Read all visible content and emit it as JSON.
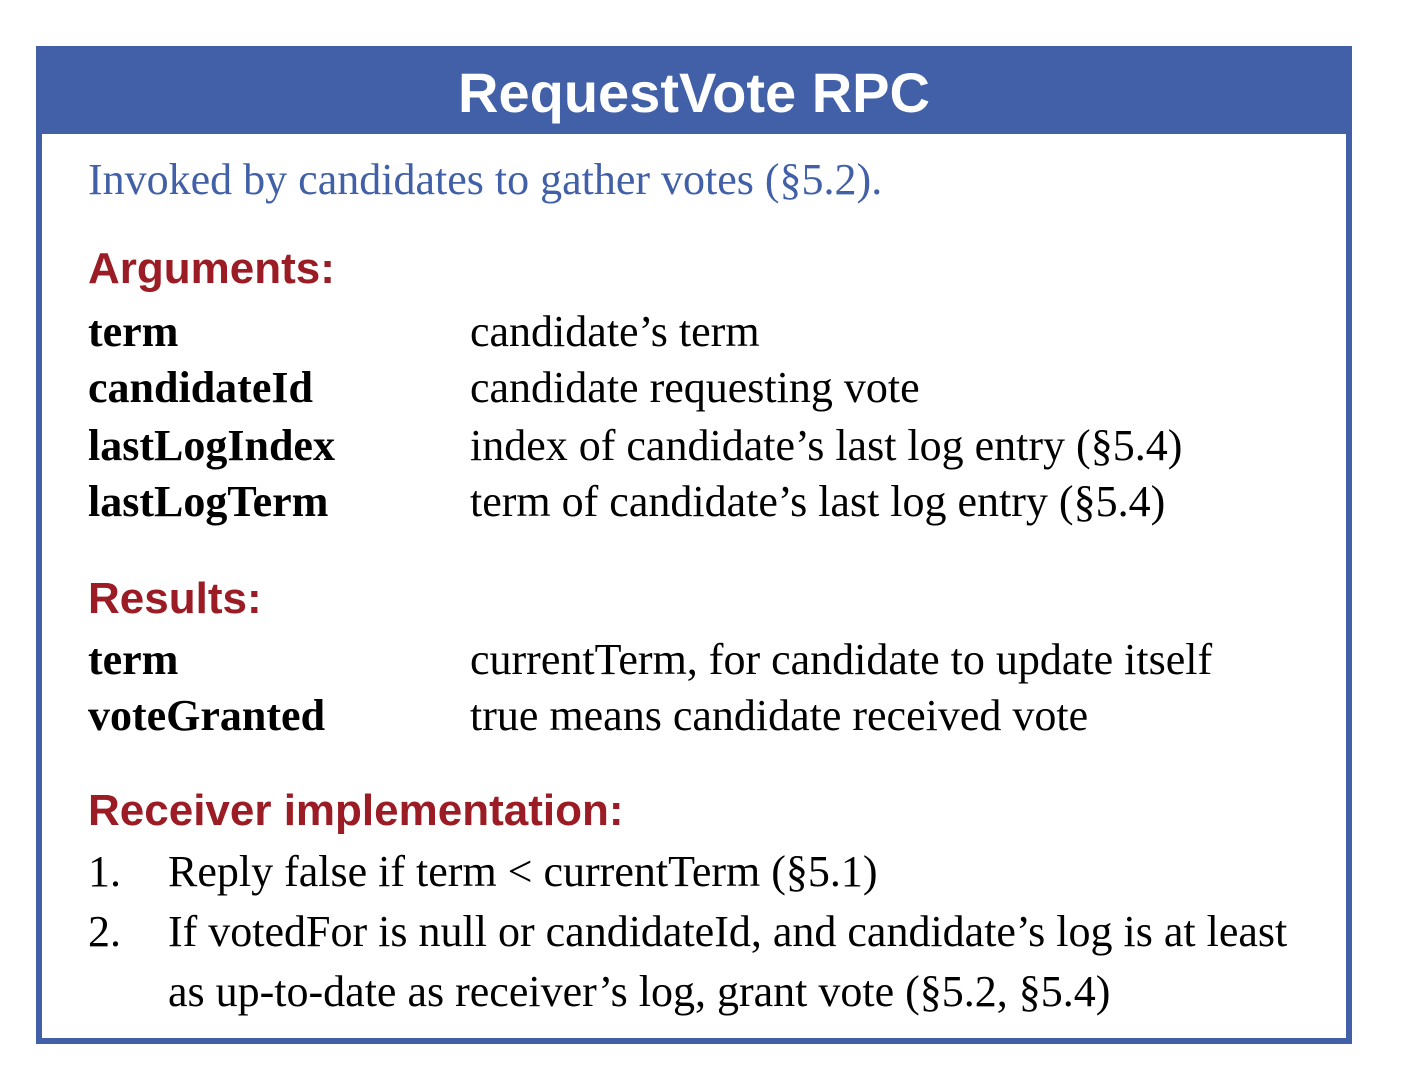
{
  "header": {
    "title": "RequestVote RPC"
  },
  "subtitle": "Invoked by candidates to gather votes (§5.2).",
  "arguments": {
    "heading": "Arguments:",
    "rows": [
      {
        "name": "term",
        "desc": "candidate’s term"
      },
      {
        "name": "candidateId",
        "desc": "candidate requesting vote"
      },
      {
        "name": "lastLogIndex",
        "desc": "index of candidate’s last log entry (§5.4)"
      },
      {
        "name": "lastLogTerm",
        "desc": "term of candidate’s last log entry (§5.4)"
      }
    ]
  },
  "results": {
    "heading": "Results:",
    "rows": [
      {
        "name": "term",
        "desc": "currentTerm, for candidate to update itself"
      },
      {
        "name": "voteGranted",
        "desc": "true means candidate received vote"
      }
    ]
  },
  "receiver": {
    "heading": "Receiver implementation:",
    "steps": [
      {
        "num": "1.",
        "text": "Reply false if term < currentTerm (§5.1)"
      },
      {
        "num": "2.",
        "text": "If votedFor is null or candidateId, and candidate’s log is at least as up-to-date as receiver’s log, grant vote (§5.2, §5.4)"
      }
    ]
  },
  "colors": {
    "header_bg": "#4160a8",
    "subtitle": "#4160a8",
    "section_heading": "#9b1c24"
  }
}
